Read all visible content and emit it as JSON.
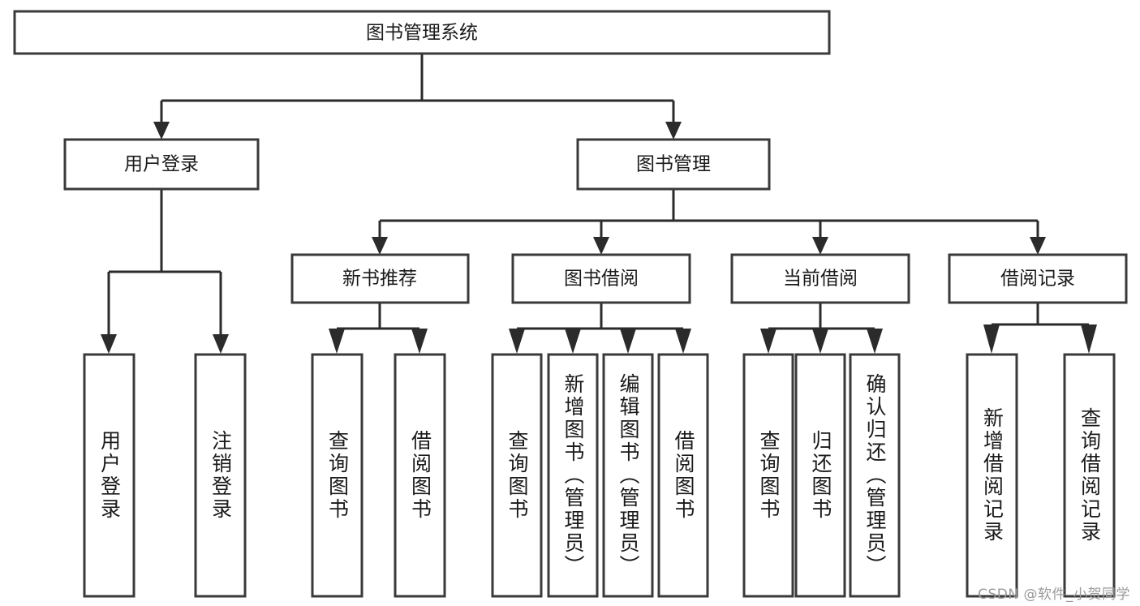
{
  "diagram": {
    "title": "图书管理系统",
    "type": "hierarchy-tree",
    "root": {
      "label": "图书管理系统"
    },
    "level2": [
      {
        "label": "用户登录"
      },
      {
        "label": "图书管理"
      }
    ],
    "level3": [
      {
        "label": "新书推荐"
      },
      {
        "label": "图书借阅"
      },
      {
        "label": "当前借阅"
      },
      {
        "label": "借阅记录"
      }
    ],
    "leaves": {
      "user_login": [
        {
          "label": "用户登录"
        },
        {
          "label": "注销登录"
        }
      ],
      "new_book_recommend": [
        {
          "label": "查询图书"
        },
        {
          "label": "借阅图书"
        }
      ],
      "book_borrow": [
        {
          "label": "查询图书"
        },
        {
          "label": "新增图书（管理员）"
        },
        {
          "label": "编辑图书（管理员）"
        },
        {
          "label": "借阅图书"
        }
      ],
      "current_borrow": [
        {
          "label": "查询图书"
        },
        {
          "label": "归还图书"
        },
        {
          "label": "确认归还（管理员）"
        }
      ],
      "borrow_record": [
        {
          "label": "新增借阅记录"
        },
        {
          "label": "查询借阅记录"
        }
      ]
    }
  },
  "watermark": {
    "text": "CSDN @软件_小贺同学"
  },
  "colors": {
    "box_stroke": "#3a3a3a",
    "connector": "#2b2b2b",
    "text": "#1a1a1a",
    "background": "#ffffff",
    "watermark": "#9a9a9a"
  }
}
